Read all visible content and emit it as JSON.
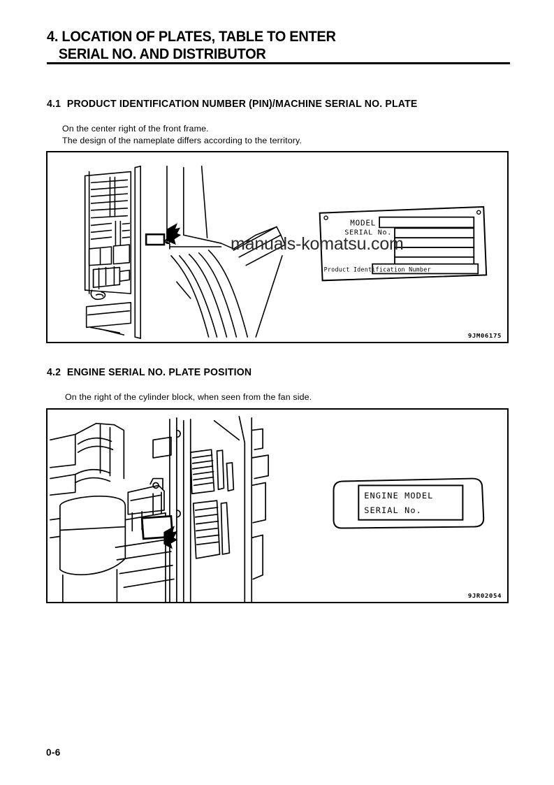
{
  "document": {
    "chapter_title_line1": "4. LOCATION OF PLATES, TABLE TO ENTER",
    "chapter_title_line2": "SERIAL NO. AND DISTRIBUTOR",
    "page_number": "0-6",
    "watermark": "manuals-komatsu.com"
  },
  "sections": [
    {
      "number": "4.1",
      "title": "PRODUCT IDENTIFICATION NUMBER (PIN)/MACHINE SERIAL NO. PLATE",
      "body_line1": "On the center right of the front frame.",
      "body_line2": "The design of the nameplate differs according to the territory.",
      "figure": {
        "code": "9JM06175",
        "plate_labels": {
          "model": "MODEL",
          "serial": "SERIAL No.",
          "pin": "Product Identification Number"
        }
      }
    },
    {
      "number": "4.2",
      "title": "ENGINE SERIAL NO. PLATE POSITION",
      "body_line1": "On the right of the cylinder block, when seen from the fan side.",
      "figure": {
        "code": "9JR02054",
        "plate_labels": {
          "engine_model": "ENGINE MODEL",
          "serial": "SERIAL No."
        }
      }
    }
  ],
  "colors": {
    "ink": "#000000",
    "paper": "#ffffff",
    "watermark": "#2b2b2b"
  }
}
